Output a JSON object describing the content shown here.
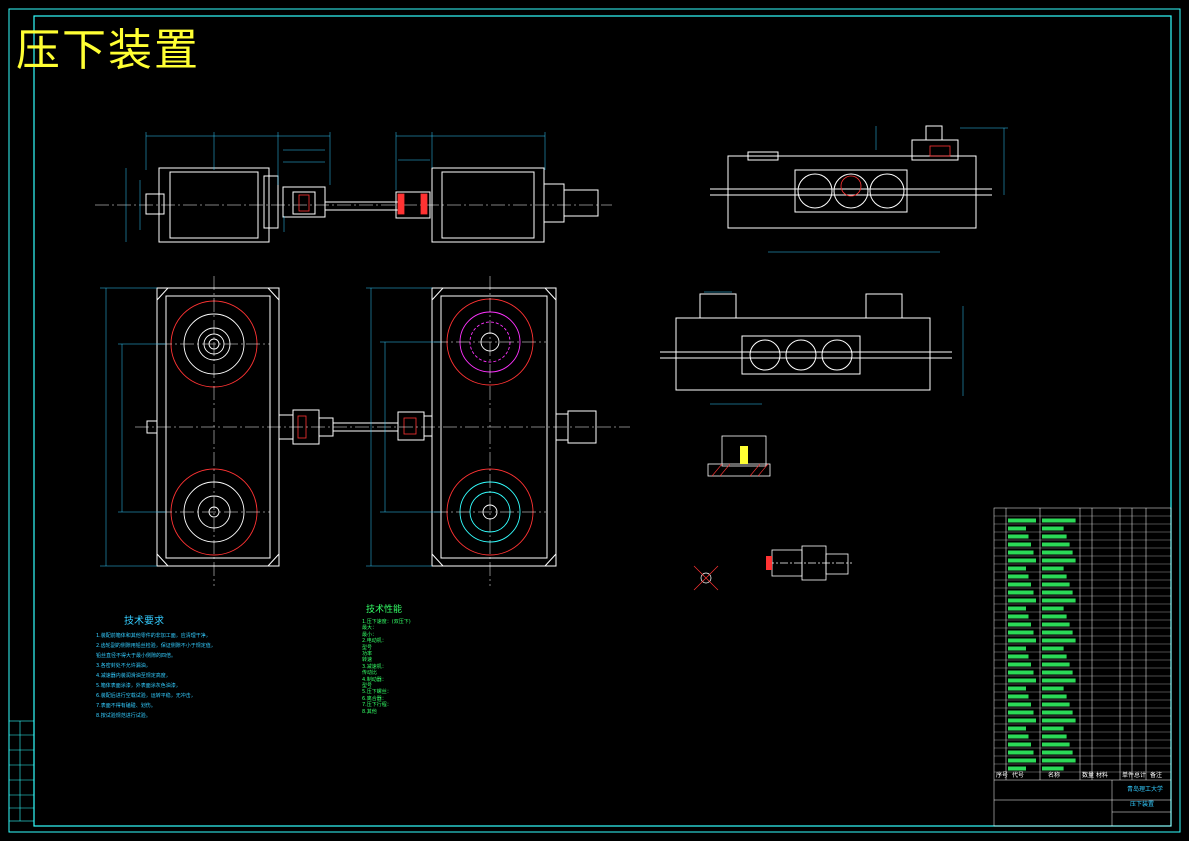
{
  "drawing_title": "压下装置",
  "tech_requirements": {
    "heading": "技术要求",
    "items": [
      "1.装配前箱体和其他零件的非加工面，应清理干净，",
      "2.齿轮副的侧隙用铅丝检验，保证侧隙不小于规定值，",
      "  铅丝直径不得大于最小侧隙的四倍。",
      "3.各密封处不允许漏油，",
      "4.减速器内装润滑油至规定高度，",
      "5.箱体表面涂漆，外表面涂灰色油漆，",
      "6.装配后进行空载试验，运转平稳，无冲击，",
      "7.表面不得有磕碰、划伤。",
      "8.按试验规范进行试验。"
    ]
  },
  "tech_specs": {
    "heading": "技术性能",
    "items": [
      "1.压下速度：(双压下)",
      "  最大：",
      "  最小：",
      "2.电动机：",
      "  型号",
      "  功率",
      "  转速",
      "3.减速机：",
      "  传动比",
      "4.制动器：",
      "  型号",
      "5.压下螺丝：",
      "6.离合器：",
      "7.压下行程：",
      "8.其他"
    ]
  },
  "title_block": {
    "school": "青岛理工大学",
    "drawing_name": "压下装置",
    "header_cols": [
      "序号",
      "代号",
      "名称",
      "数量",
      "材料",
      "单件",
      "总计",
      "备注"
    ]
  },
  "colors": {
    "background": "#000000",
    "border": "#33ffff",
    "outline": "#ffffff",
    "centerline": "#ffffff",
    "dimension": "#33ccff",
    "hidden": "#ff3333",
    "title": "#ffff33",
    "gear_red": "#ff3333",
    "gear_magenta": "#ff33ff",
    "gear_cyan": "#33ffff"
  }
}
